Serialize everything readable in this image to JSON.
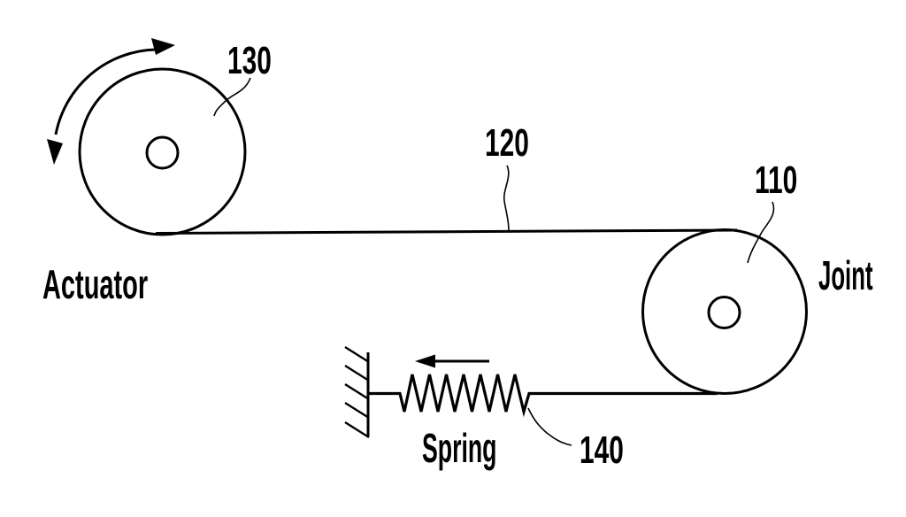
{
  "diagram": {
    "background_color": "#ffffff",
    "line_color": "#000000",
    "labels": {
      "actuator": "Actuator",
      "joint": "Joint",
      "spring": "Spring"
    },
    "reference_numerals": {
      "joint_pulley": "110",
      "belt": "120",
      "actuator_pulley": "130",
      "spring": "140"
    }
  }
}
